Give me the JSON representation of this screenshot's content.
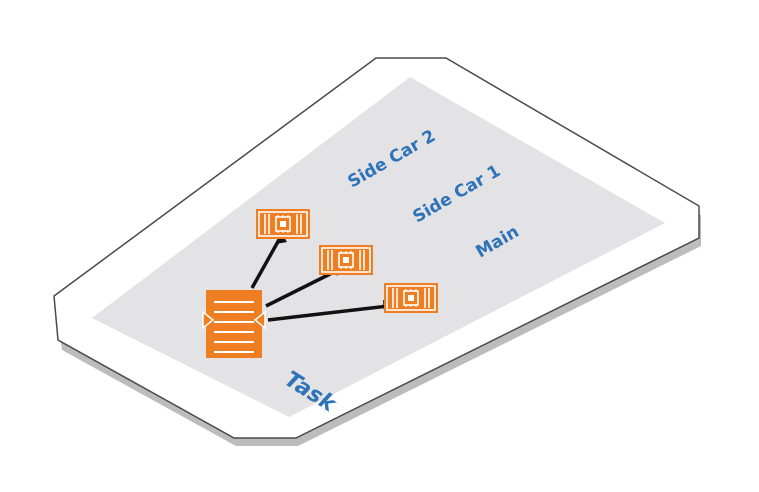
{
  "labels": {
    "side_car_2": "Side Car 2",
    "side_car_1": "Side Car 1",
    "main": "Main",
    "task": "Task"
  },
  "icons": {
    "task_node": "document-list-icon",
    "container": "chip-icon"
  },
  "colors": {
    "accent": "#ef7d22",
    "label": "#2e73b8",
    "platform_fill": "#ffffff",
    "platform_inner": "#e3e3e5",
    "platform_edge": "#4a4a4a",
    "platform_shadow": "#bcbcbc",
    "connector": "#111111"
  }
}
